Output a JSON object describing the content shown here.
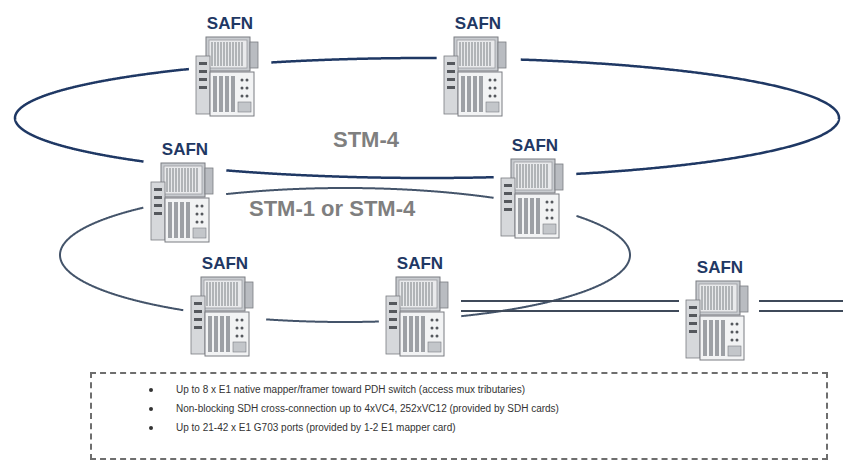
{
  "diagram": {
    "nodes": [
      {
        "text": [
          "SAFN"
        ]
      },
      {
        "text": [
          "SAFN"
        ]
      },
      {
        "text": [
          "SAFN"
        ]
      },
      {
        "text": [
          "SAFN"
        ]
      },
      {
        "text": [
          "SAFN"
        ]
      },
      {
        "text": [
          "SAFN"
        ]
      },
      {
        "text": [
          "SAFN"
        ]
      },
      {
        "text": [
          "Up to 8 x E1 native mapper/framer toward PDH switch (access mux tributaries)",
          "Non-blocking SDH cross-connection up to 4xVC4, 252xVC12 (provided by SDH cards)",
          "Up to 21-42 x E1 G703 ports (provided by 1-2 E1 mapper card)"
        ]
      }
    ],
    "edges": [
      {
        "from": 0,
        "to": 1,
        "arrow": "none"
      },
      {
        "from": 1,
        "to": 3,
        "arrow": "none"
      },
      {
        "from": 3,
        "to": 2,
        "arrow": "none"
      },
      {
        "from": 2,
        "to": 0,
        "arrow": "none"
      },
      {
        "from": 2,
        "to": 3,
        "arrow": "none"
      },
      {
        "from": 3,
        "to": 5,
        "arrow": "none"
      },
      {
        "from": 5,
        "to": 4,
        "arrow": "none"
      },
      {
        "from": 4,
        "to": 2,
        "arrow": "none"
      },
      {
        "from": 5,
        "to": 6,
        "arrow": "none"
      }
    ],
    "labels": [
      "STM-4",
      "STM-1 or STM-4"
    ]
  }
}
